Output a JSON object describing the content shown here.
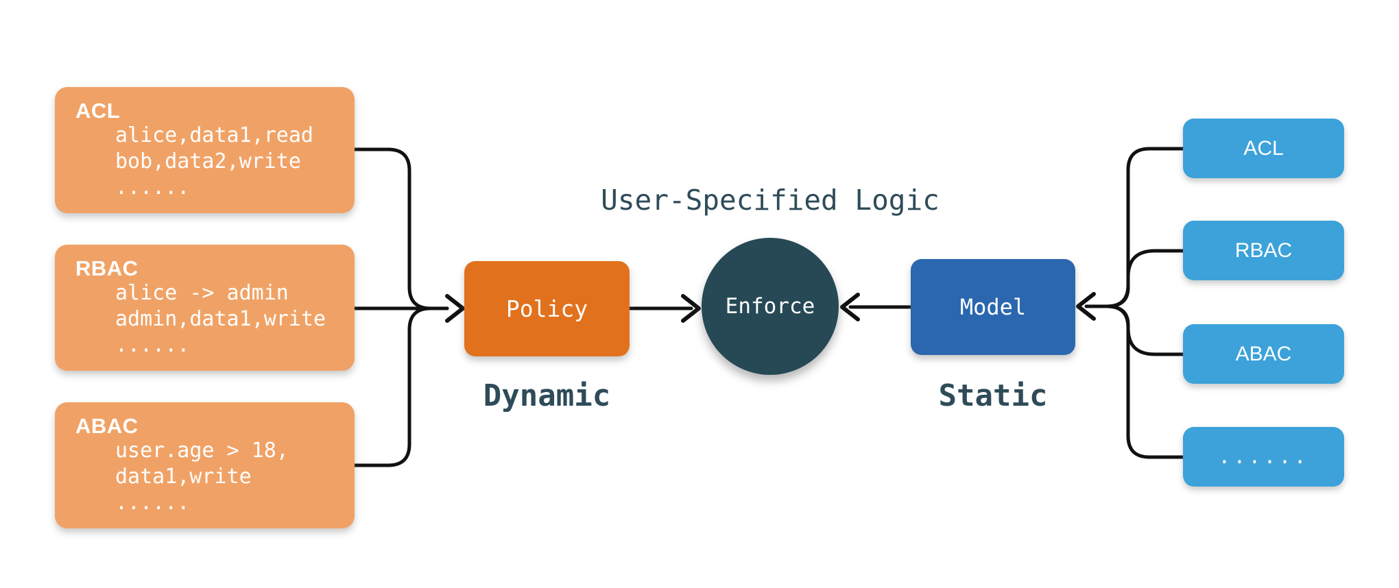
{
  "diagram": {
    "title": "User-Specified Logic",
    "background_color": "#ffffff",
    "line_color": "#111111",
    "text_color": "#2E4B58"
  },
  "left_sources": {
    "color": "#F0A266",
    "items": [
      {
        "header": "ACL",
        "lines": [
          "alice,data1,read",
          "bob,data2,write",
          "......"
        ]
      },
      {
        "header": "RBAC",
        "lines": [
          "alice -> admin",
          "admin,data1,write",
          "......"
        ]
      },
      {
        "header": "ABAC",
        "lines": [
          "user.age > 18,",
          "data1,write",
          "......"
        ]
      }
    ]
  },
  "core": {
    "policy": {
      "label": "Policy",
      "color": "#E2711D",
      "caption": "Dynamic"
    },
    "enforce": {
      "label": "Enforce",
      "color": "#264955"
    },
    "model": {
      "label": "Model",
      "color": "#2B67AF",
      "caption": "Static"
    }
  },
  "right_models": {
    "color": "#3CA2D9",
    "items": [
      {
        "label": "ACL"
      },
      {
        "label": "RBAC"
      },
      {
        "label": "ABAC"
      },
      {
        "label": "......"
      }
    ]
  }
}
